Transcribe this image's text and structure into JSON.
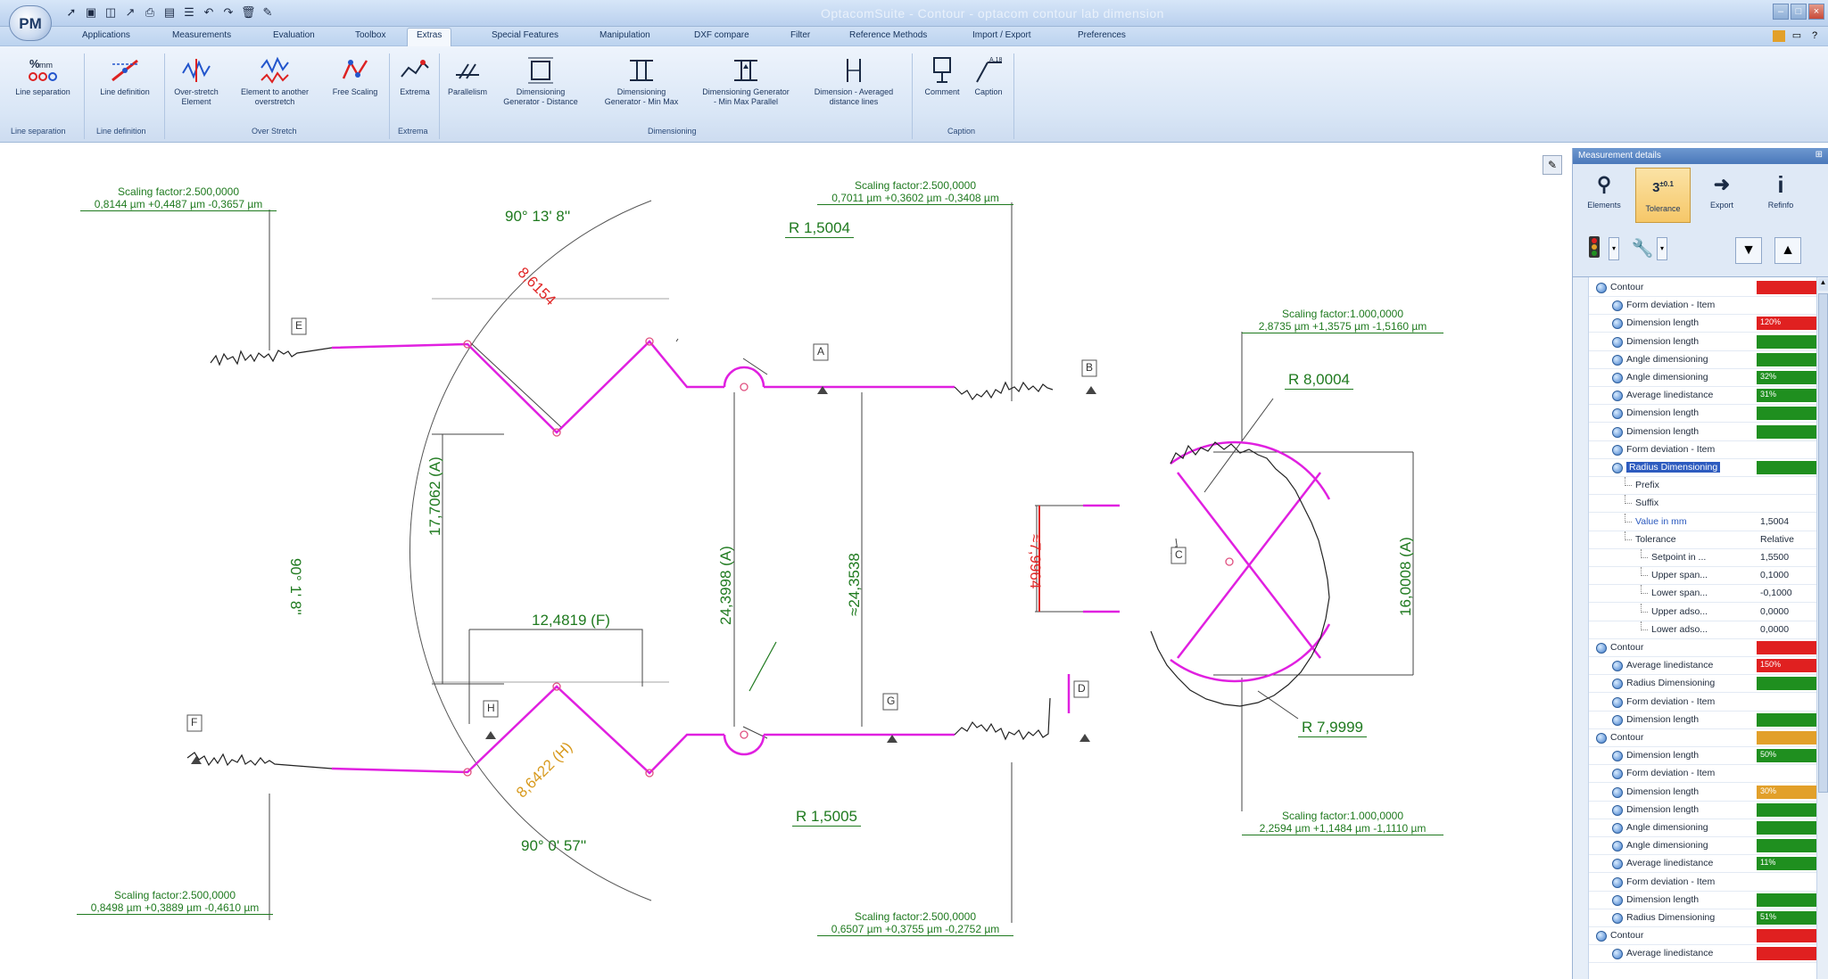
{
  "app": {
    "logo": "PM",
    "window_title": "OptacomSuite - Contour - optacom contour lab dimension"
  },
  "quick_access": [
    "pointer-icon",
    "save-icon",
    "disk-icon",
    "chart-icon",
    "print-icon",
    "layout-icon",
    "list-icon",
    "undo-icon",
    "redo-icon",
    "trash-icon",
    "brush-icon"
  ],
  "tabs": [
    {
      "label": "Applications"
    },
    {
      "label": "Measurements"
    },
    {
      "label": "Evaluation"
    },
    {
      "label": "Toolbox"
    },
    {
      "label": "Extras"
    },
    {
      "label": "Special Features"
    },
    {
      "label": "Manipulation"
    },
    {
      "label": "DXF compare"
    },
    {
      "label": "Filter"
    },
    {
      "label": "Reference Methods"
    },
    {
      "label": "Import / Export"
    },
    {
      "label": "Preferences"
    }
  ],
  "ribbon": {
    "buttons": [
      {
        "label1": "Line separation",
        "label2": ""
      },
      {
        "label1": "Line definition",
        "label2": ""
      },
      {
        "label1": "Over-stretch",
        "label2": "Element"
      },
      {
        "label1": "Element to another",
        "label2": "overstretch"
      },
      {
        "label1": "Free Scaling",
        "label2": ""
      },
      {
        "label1": "Extrema",
        "label2": ""
      },
      {
        "label1": "Parallelism",
        "label2": ""
      },
      {
        "label1": "Dimensioning",
        "label2": "Generator - Distance"
      },
      {
        "label1": "Dimensioning",
        "label2": "Generator - Min Max"
      },
      {
        "label1": "Dimensioning Generator",
        "label2": "- Min Max Parallel"
      },
      {
        "label1": "Dimension - Averaged",
        "label2": "distance lines"
      },
      {
        "label1": "Comment",
        "label2": ""
      },
      {
        "label1": "Caption",
        "label2": ""
      }
    ],
    "groups": [
      "Line separation",
      "Line definition",
      "Over Stretch",
      "Extrema",
      "Dimensioning",
      "Caption"
    ]
  },
  "drawing": {
    "annotations": {
      "scale_tl_title": "Scaling factor:2.500,0000",
      "scale_tl_values": "0,8144 µm +0,4487 µm -0,3657 µm",
      "scale_tm_title": "Scaling factor:2.500,0000",
      "scale_tm_values": "0,7011 µm +0,3602 µm -0,3408 µm",
      "scale_r_title": "Scaling factor:1.000,0000",
      "scale_r_values": "2,8735 µm +1,3575 µm -1,5160 µm",
      "scale_bl_title": "Scaling factor:2.500,0000",
      "scale_bl_values": "0,8498 µm +0,3889 µm -0,4610 µm",
      "scale_bm_title": "Scaling factor:2.500,0000",
      "scale_bm_values": "0,6507 µm +0,3755 µm -0,2752 µm",
      "scale_br_title": "Scaling factor:1.000,0000",
      "scale_br_values": "2,2594 µm +1,1484 µm -1,1110 µm",
      "angle_top": "90° 13' 8''",
      "angle_bottom": "90° 0' 57''",
      "angle_left": "90° 1' 8''",
      "radius_top": "R 1,5004",
      "radius_bottom": "R 1,5005",
      "radius_right_top": "R 8,0004",
      "radius_right_bottom": "R 7,9999",
      "dim_diag_top": "8,6154",
      "dim_diag_bottom": "8,6422 (H)",
      "dim_vert_a": "17,7062 (A)",
      "dim_horiz_f": "12,4819 (F)",
      "dim_vert_center": "24,3998 (A)",
      "dim_vert_center2": "≈24,3538",
      "dim_vert_right": "16,0008 (A)",
      "dim_vert_neck": "≈7,9964",
      "labels": [
        "A",
        "B",
        "C",
        "D",
        "E",
        "F",
        "G",
        "H"
      ]
    }
  },
  "panel": {
    "title": "Measurement details",
    "tools": [
      {
        "icon": "hierarchy-icon",
        "label": "Elements"
      },
      {
        "icon": "tolerance-icon",
        "label": "Tolerance"
      },
      {
        "icon": "export-icon",
        "label": "Export"
      },
      {
        "icon": "info-icon",
        "label": "Refinfo"
      }
    ],
    "tree": [
      {
        "label": "Contour",
        "level": 0,
        "bar_color": "#e02020",
        "bar_pct": 100,
        "bar_text": ""
      },
      {
        "label": "Form deviation - Item",
        "level": 1,
        "bar_color": "",
        "bar_pct": 0,
        "bar_text": ""
      },
      {
        "label": "Dimension length",
        "level": 1,
        "bar_color": "#e02020",
        "bar_pct": 100,
        "bar_text": "120%"
      },
      {
        "label": "Dimension length",
        "level": 1,
        "bar_color": "#1f8f1f",
        "bar_pct": 100,
        "bar_text": ""
      },
      {
        "label": "Angle dimensioning",
        "level": 1,
        "bar_color": "#1f8f1f",
        "bar_pct": 100,
        "bar_text": ""
      },
      {
        "label": "Angle dimensioning",
        "level": 1,
        "bar_color": "#1f8f1f",
        "bar_pct": 100,
        "bar_text": "32%"
      },
      {
        "label": "Average linedistance",
        "level": 1,
        "bar_color": "#1f8f1f",
        "bar_pct": 100,
        "bar_text": "31%"
      },
      {
        "label": "Dimension length",
        "level": 1,
        "bar_color": "#1f8f1f",
        "bar_pct": 100,
        "bar_text": ""
      },
      {
        "label": "Dimension length",
        "level": 1,
        "bar_color": "#1f8f1f",
        "bar_pct": 100,
        "bar_text": ""
      },
      {
        "label": "Form deviation - Item",
        "level": 1,
        "bar_color": "",
        "bar_pct": 0,
        "bar_text": ""
      },
      {
        "label": "Radius Dimensioning",
        "level": 1,
        "bar_color": "#1f8f1f",
        "bar_pct": 100,
        "bar_text": "",
        "selected": true
      },
      {
        "label": "Prefix",
        "level": 2,
        "value": ""
      },
      {
        "label": "Suffix",
        "level": 2,
        "value": ""
      },
      {
        "label": "Value in mm",
        "level": 2,
        "value": "1,5004"
      },
      {
        "label": "Tolerance",
        "level": 2,
        "value": "Relative"
      },
      {
        "label": "Setpoint in ...",
        "level": 3,
        "value": "1,5500"
      },
      {
        "label": "Upper span...",
        "level": 3,
        "value": "0,1000"
      },
      {
        "label": "Lower span...",
        "level": 3,
        "value": "-0,1000"
      },
      {
        "label": "Upper adso...",
        "level": 3,
        "value": "0,0000"
      },
      {
        "label": "Lower adso...",
        "level": 3,
        "value": "0,0000"
      },
      {
        "label": "Contour",
        "level": 0,
        "bar_color": "#e02020",
        "bar_pct": 100,
        "bar_text": ""
      },
      {
        "label": "Average linedistance",
        "level": 1,
        "bar_color": "#e02020",
        "bar_pct": 100,
        "bar_text": "150%"
      },
      {
        "label": "Radius Dimensioning",
        "level": 1,
        "bar_color": "#1f8f1f",
        "bar_pct": 100,
        "bar_text": ""
      },
      {
        "label": "Form deviation - Item",
        "level": 1,
        "bar_color": "",
        "bar_pct": 0,
        "bar_text": ""
      },
      {
        "label": "Dimension length",
        "level": 1,
        "bar_color": "#1f8f1f",
        "bar_pct": 100,
        "bar_text": ""
      },
      {
        "label": "Contour",
        "level": 0,
        "bar_color": "#e2a02a",
        "bar_pct": 100,
        "bar_text": ""
      },
      {
        "label": "Dimension length",
        "level": 1,
        "bar_color": "#1f8f1f",
        "bar_pct": 100,
        "bar_text": "50%"
      },
      {
        "label": "Form deviation - Item",
        "level": 1,
        "bar_color": "",
        "bar_pct": 0,
        "bar_text": ""
      },
      {
        "label": "Dimension length",
        "level": 1,
        "bar_color": "#e2a02a",
        "bar_pct": 100,
        "bar_text": "30%"
      },
      {
        "label": "Dimension length",
        "level": 1,
        "bar_color": "#1f8f1f",
        "bar_pct": 100,
        "bar_text": ""
      },
      {
        "label": "Angle dimensioning",
        "level": 1,
        "bar_color": "#1f8f1f",
        "bar_pct": 100,
        "bar_text": ""
      },
      {
        "label": "Angle dimensioning",
        "level": 1,
        "bar_color": "#1f8f1f",
        "bar_pct": 100,
        "bar_text": ""
      },
      {
        "label": "Average linedistance",
        "level": 1,
        "bar_color": "#1f8f1f",
        "bar_pct": 100,
        "bar_text": "11%"
      },
      {
        "label": "Form deviation - Item",
        "level": 1,
        "bar_color": "",
        "bar_pct": 0,
        "bar_text": ""
      },
      {
        "label": "Dimension length",
        "level": 1,
        "bar_color": "#1f8f1f",
        "bar_pct": 100,
        "bar_text": ""
      },
      {
        "label": "Radius Dimensioning",
        "level": 1,
        "bar_color": "#1f8f1f",
        "bar_pct": 100,
        "bar_text": "51%"
      },
      {
        "label": "Contour",
        "level": 0,
        "bar_color": "#e02020",
        "bar_pct": 100,
        "bar_text": ""
      },
      {
        "label": "Average linedistance",
        "level": 1,
        "bar_color": "#e02020",
        "bar_pct": 100,
        "bar_text": ""
      }
    ]
  },
  "colors": {
    "accent": "#e020e0",
    "dimension_green": "#1f7a1f",
    "dimension_red": "#e02828",
    "dimension_orange": "#d89a1e",
    "fail": "#e02020",
    "pass": "#1f8f1f",
    "warn": "#e2a02a"
  }
}
